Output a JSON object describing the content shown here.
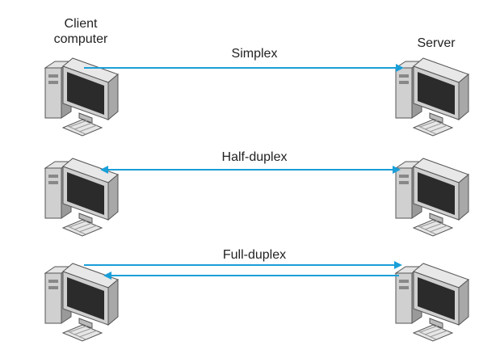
{
  "labels": {
    "client_line1": "Client",
    "client_line2": "computer",
    "server": "Server",
    "simplex": "Simplex",
    "half_duplex": "Half-duplex",
    "full_duplex": "Full-duplex"
  },
  "colors": {
    "arrow": "#1a9fd8",
    "tower": "#c9c9c9",
    "screen": "#2b2b2b"
  }
}
